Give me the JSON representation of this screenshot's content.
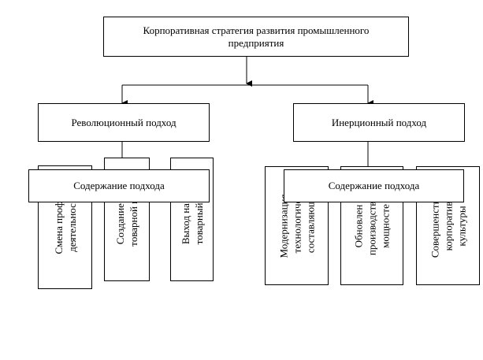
{
  "title": {
    "line1": "Корпоративная стратегия развития промышленного",
    "line2": "предприятия"
  },
  "left": {
    "approach": "Революционный подход",
    "content": "Содержание подхода",
    "items": [
      {
        "line1": "Смена проф",
        "line2": "деятельнос"
      },
      {
        "line1": "Создание н",
        "line2": "товарной по"
      },
      {
        "line1": "Выход на н",
        "line2": "товарный р"
      }
    ]
  },
  "right": {
    "approach": "Инерционный подход",
    "content": "Содержание подхода",
    "items": [
      {
        "line1": "Модернизация",
        "line2": "технологиче",
        "line3": "составляющ"
      },
      {
        "line1": "Обновлен",
        "line2": "производстве",
        "line3": "мощносте"
      },
      {
        "line1": "Совершенство",
        "line2": "корпоратив",
        "line3": "культуры"
      }
    ]
  }
}
